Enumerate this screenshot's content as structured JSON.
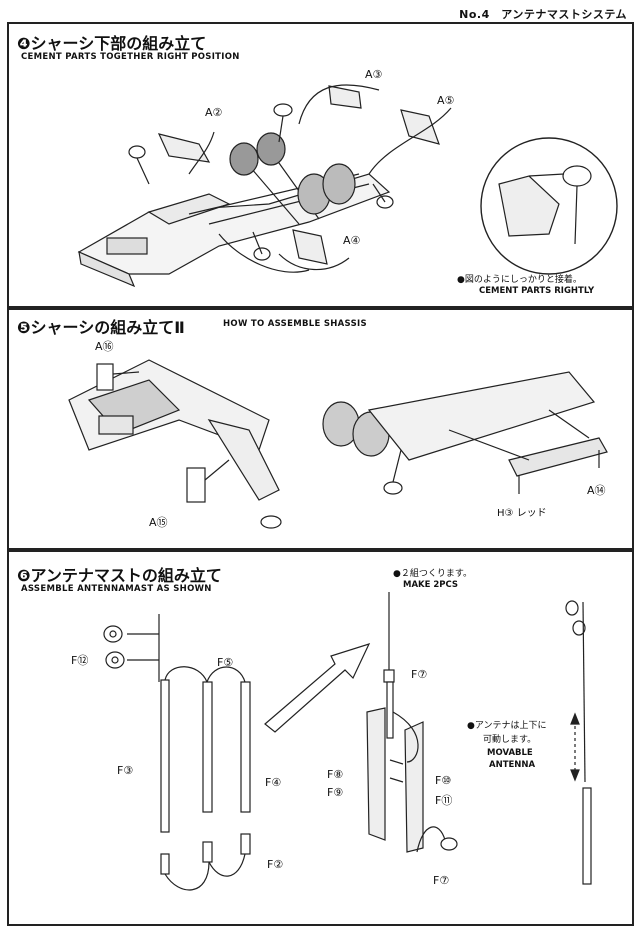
{
  "header": "No.4　アンテナマストシステム",
  "step4": {
    "title": "❹シャーシ下部の組み立て",
    "subtitle": "CEMENT PARTS TOGETHER RIGHT POSITION",
    "parts": {
      "a2": "A②",
      "a3": "A③",
      "a4": "A④",
      "a5": "A⑤"
    },
    "note_jp": "●図のようにしっかりと接着。",
    "note_en": "CEMENT PARTS RIGHTLY"
  },
  "step5": {
    "title": "❺シャーシの組み立てⅡ",
    "subtitle": "HOW TO ASSEMBLE SHASSIS",
    "parts": {
      "a16": "A⑯",
      "a15": "A⑮",
      "a14": "A⑭",
      "h3": "H③ レッド"
    }
  },
  "step6": {
    "title": "❻アンテナマストの組み立て",
    "subtitle": "ASSEMBLE ANTENNAMAST AS SHOWN",
    "parts": {
      "f12": "F⑫",
      "f5": "F⑤",
      "f3": "F③",
      "f4": "F④",
      "f2": "F②",
      "f7a": "F⑦",
      "f8": "F⑧",
      "f9": "F⑨",
      "f10": "F⑩",
      "f11": "F⑪",
      "f7b": "F⑦"
    },
    "make_jp": "●２組つくります。",
    "make_en": "MAKE 2PCS",
    "movable_jp1": "●アンテナは上下に",
    "movable_jp2": "可動します。",
    "movable_en1": "MOVABLE",
    "movable_en2": "ANTENNA"
  }
}
